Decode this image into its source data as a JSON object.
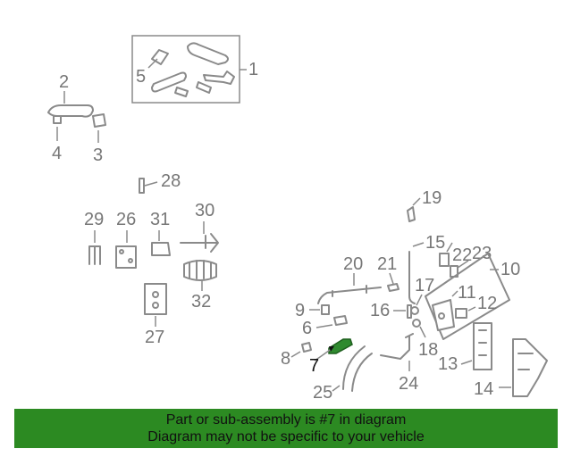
{
  "callouts": {
    "c1": "1",
    "c2": "2",
    "c3": "3",
    "c4": "4",
    "c5": "5",
    "c6": "6",
    "c7": "7",
    "c8": "8",
    "c9": "9",
    "c10": "10",
    "c11": "11",
    "c12": "12",
    "c13": "13",
    "c14": "14",
    "c15": "15",
    "c16": "16",
    "c17": "17",
    "c18": "18",
    "c19": "19",
    "c20": "20",
    "c21": "21",
    "c22": "22",
    "c23": "23",
    "c24": "24",
    "c25": "25",
    "c26": "26",
    "c27": "27",
    "c28": "28",
    "c29": "29",
    "c30": "30",
    "c31": "31",
    "c32": "32"
  },
  "highlighted_part": "7",
  "highlight_color": "#2c8a22",
  "banner": {
    "line1": "Part or sub-assembly is #7 in diagram",
    "line2": "Diagram may not be specific to your vehicle"
  }
}
